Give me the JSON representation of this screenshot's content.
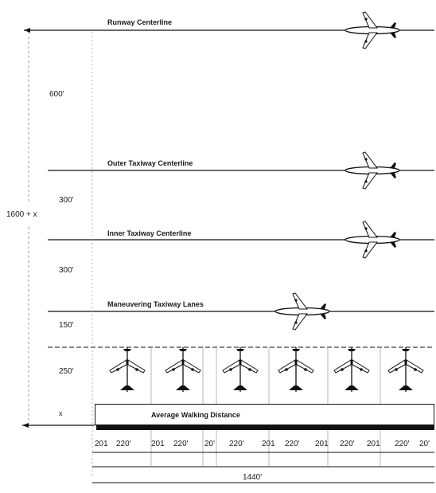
{
  "labels": {
    "runway": "Runway Centerline",
    "outer": "Outer Taxiway Centerline",
    "inner": "Inner Taxiway Centerline",
    "lanes": "Maneuvering Taxiway Lanes",
    "walking": "Average Walking Distance"
  },
  "dims": {
    "d600": "600'",
    "d300a": "300'",
    "d300b": "300'",
    "d150": "150'",
    "d250": "250'",
    "dx": "x",
    "total": "1600 + x",
    "total_width": "1440'"
  },
  "segments": [
    "201",
    "220'",
    "201",
    "220'",
    "20'",
    "220'",
    "201",
    "220'",
    "201",
    "220'",
    "201",
    "220'",
    "20'"
  ]
}
